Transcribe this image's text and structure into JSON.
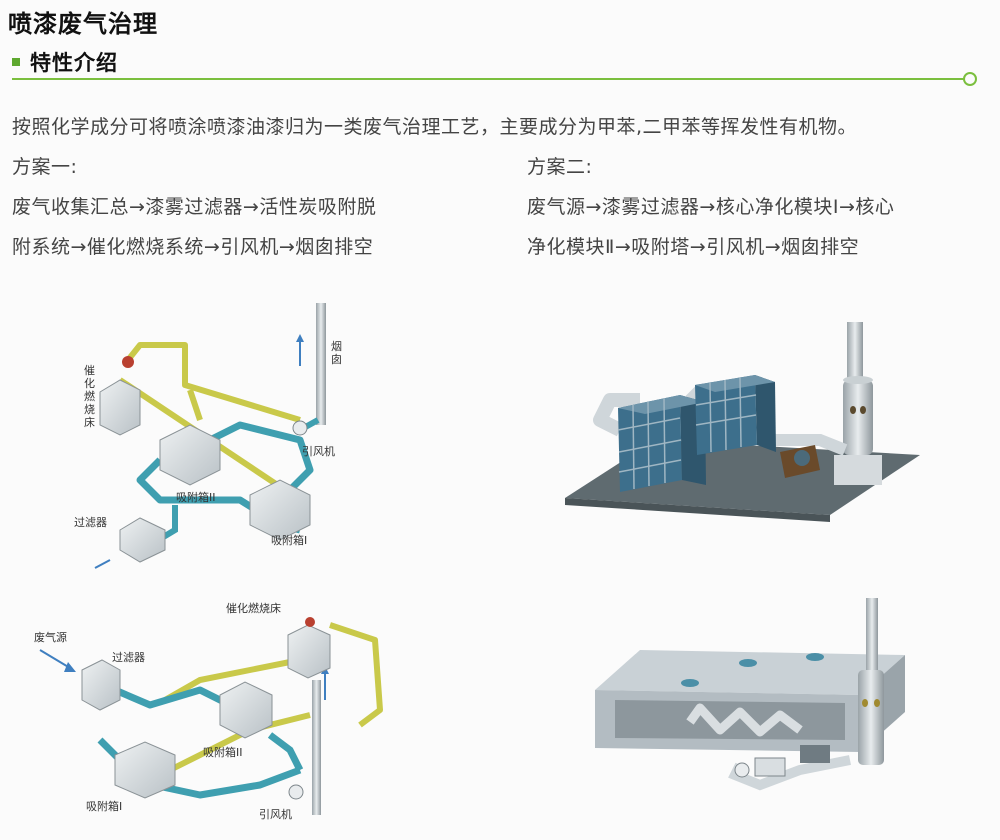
{
  "title": "喷漆废气治理",
  "section_title": "特性介绍",
  "intro": "按照化学成分可将喷涂喷漆油漆归为一类废气治理工艺，主要成分为甲苯,二甲苯等挥发性有机物。",
  "plan1": {
    "heading": "方案一:",
    "line1": "废气收集汇总→漆雾过滤器→活性炭吸附脱",
    "line2": "附系统→催化燃烧系统→引风机→烟囱排空"
  },
  "plan2": {
    "heading": "方案二:",
    "line1": "废气源→漆雾过滤器→核心净化模块Ⅰ→核心",
    "line2": "净化模块Ⅱ→吸附塔→引风机→烟囱排空"
  },
  "diagram1": {
    "catalytic_bed": "催化燃烧床",
    "chimney": "烟囱",
    "fan": "引风机",
    "adsorber2": "吸附箱II",
    "filter": "过滤器",
    "adsorber1": "吸附箱I"
  },
  "diagram2": {
    "waste_gas_source": "废气源",
    "filter": "过滤器",
    "catalytic_bed": "催化燃烧床",
    "adsorber2": "吸附箱II",
    "adsorber1": "吸附箱I",
    "fan": "引风机"
  },
  "colors": {
    "accent_green": "#7bbf3e",
    "pipe_teal": "#3f9fb0",
    "pipe_yellow": "#c9c94a",
    "box_gray": "#d8dde0",
    "panel_blue": "#3d6f8c"
  }
}
